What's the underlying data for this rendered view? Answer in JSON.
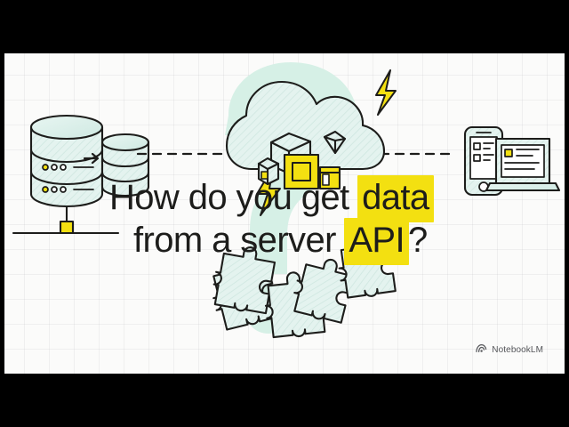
{
  "slide": {
    "headline": {
      "line1_pre": "How do you get ",
      "line1_mark": "data",
      "line2_pre": "from a server ",
      "line2_mark": "API",
      "line2_post": "?"
    },
    "watermark_glyph": "?",
    "brand": {
      "name": "NotebookLM",
      "icon": "notebooklm-spark-icon"
    },
    "colors": {
      "background": "#fbfbfa",
      "letterbox": "#000000",
      "text": "#1d1d1b",
      "highlight_yellow": "#f3e011",
      "accent_mint": "#d6f0e6",
      "illustration_fill": "#d9efe9",
      "illustration_stroke": "#1d1d1b",
      "grid_line": "#b2b2b9"
    },
    "illustration": {
      "items": [
        {
          "name": "server-rack",
          "label": "server"
        },
        {
          "name": "database-cylinder",
          "label": "database"
        },
        {
          "name": "cloud",
          "label": "cloud"
        },
        {
          "name": "lightning-bolt-upper",
          "label": "lightning"
        },
        {
          "name": "lightning-bolt-lower",
          "label": "lightning"
        },
        {
          "name": "cube-cluster",
          "label": "data packets"
        },
        {
          "name": "smartphone",
          "label": "phone client"
        },
        {
          "name": "laptop",
          "label": "laptop client"
        },
        {
          "name": "puzzle-pieces",
          "label": "puzzle pieces"
        },
        {
          "name": "arrow-right-dashed",
          "label": "request flow"
        },
        {
          "name": "arrow-left-dashed",
          "label": "response flow"
        }
      ]
    }
  }
}
